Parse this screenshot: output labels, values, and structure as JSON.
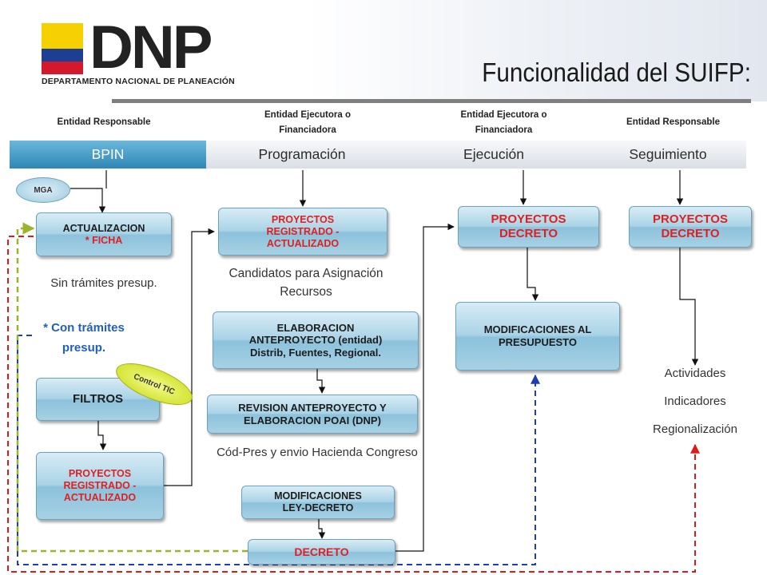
{
  "header": {
    "logo_text": "DNP",
    "logo_subtitle": "DEPARTAMENTO NACIONAL DE PLANEACIÓN",
    "title": "Funcionalidad del SUIFP:"
  },
  "columns": [
    {
      "label": "Entidad  Responsable"
    },
    {
      "label": "Entidad   Ejecutora o Financiadora"
    },
    {
      "label": "Entidad   Ejecutora o Financiadora"
    },
    {
      "label": "Entidad  Responsable"
    }
  ],
  "tabs": [
    "BPIN",
    "Programación",
    "Ejecución",
    "Seguimiento"
  ],
  "badges": {
    "mga": "MGA",
    "control_tic": "Control TIC"
  },
  "bpin": {
    "actualizacion_title": "ACTUALIZACION",
    "actualizacion_ficha": "* FICHA",
    "sin_tramites": "Sin trámites presup.",
    "con_tramites_line1": "* Con trámites",
    "con_tramites_line2": "presup.",
    "filtros": "FILTROS",
    "registrado_line1": "PROYECTOS",
    "registrado_line2": "REGISTRADO -",
    "registrado_line3": "ACTUALIZADO"
  },
  "programacion": {
    "registrado_line1": "PROYECTOS",
    "registrado_line2": "REGISTRADO -",
    "registrado_line3": "ACTUALIZADO",
    "candidatos_line1": "Candidatos para Asignación",
    "candidatos_line2": "Recursos",
    "elaboracion_line1": "ELABORACION",
    "elaboracion_line2": "ANTEPROYECTO (entidad)",
    "elaboracion_line3": "Distrib, Fuentes, Regional.",
    "revision_line1": "REVISION ANTEPROYECTO Y",
    "revision_line2": "ELABORACION POAI (DNP)",
    "cod_pres": "Cód-Pres y envio Hacienda Congreso",
    "modificaciones_line1": "MODIFICACIONES",
    "modificaciones_line2": "LEY-DECRETO",
    "decreto": "DECRETO"
  },
  "ejecucion": {
    "decreto_line1": "PROYECTOS",
    "decreto_line2": "DECRETO",
    "modif_line1": "MODIFICACIONES AL",
    "modif_line2": "PRESUPUESTO"
  },
  "seguimiento": {
    "decreto_line1": "PROYECTOS",
    "decreto_line2": "DECRETO",
    "actividades": "Actividades",
    "indicadores": "Indicadores",
    "regionalizacion": "Regionalización"
  }
}
